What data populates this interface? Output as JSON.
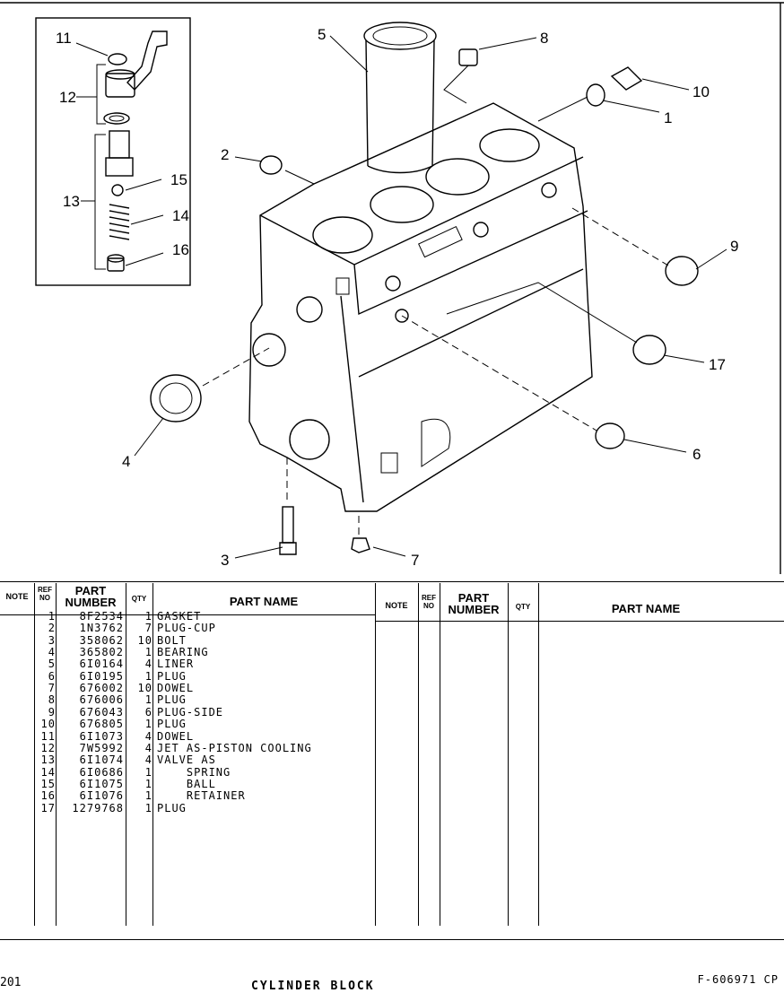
{
  "callouts": [
    "1",
    "2",
    "3",
    "4",
    "5",
    "6",
    "7",
    "8",
    "9",
    "10",
    "11",
    "12",
    "13",
    "14",
    "15",
    "16",
    "17"
  ],
  "table": {
    "headers": {
      "note": "NOTE",
      "ref_no_top": "REF",
      "ref_no_bottom": "NO",
      "part_number_top": "PART",
      "part_number_bottom": "NUMBER",
      "qty": "QTY",
      "part_name": "PART NAME"
    },
    "rows": [
      {
        "ref": "1",
        "part_number": "8F2534",
        "qty": "1",
        "name": "GASKET"
      },
      {
        "ref": "2",
        "part_number": "1N3762",
        "qty": "7",
        "name": "PLUG-CUP"
      },
      {
        "ref": "3",
        "part_number": "358062",
        "qty": "10",
        "name": "BOLT"
      },
      {
        "ref": "4",
        "part_number": "365802",
        "qty": "1",
        "name": "BEARING"
      },
      {
        "ref": "5",
        "part_number": "6I0164",
        "qty": "4",
        "name": "LINER"
      },
      {
        "ref": "6",
        "part_number": "6I0195",
        "qty": "1",
        "name": "PLUG"
      },
      {
        "ref": "7",
        "part_number": "676002",
        "qty": "10",
        "name": "DOWEL"
      },
      {
        "ref": "8",
        "part_number": "676006",
        "qty": "1",
        "name": "PLUG"
      },
      {
        "ref": "9",
        "part_number": "676043",
        "qty": "6",
        "name": "PLUG-SIDE"
      },
      {
        "ref": "10",
        "part_number": "676805",
        "qty": "1",
        "name": "PLUG"
      },
      {
        "ref": "11",
        "part_number": "6I1073",
        "qty": "4",
        "name": "DOWEL"
      },
      {
        "ref": "12",
        "part_number": "7W5992",
        "qty": "4",
        "name": "JET AS-PISTON COOLING"
      },
      {
        "ref": "13",
        "part_number": "6I1074",
        "qty": "4",
        "name": "VALVE AS"
      },
      {
        "ref": "14",
        "part_number": "6I0686",
        "qty": "1",
        "name": "    SPRING"
      },
      {
        "ref": "15",
        "part_number": "6I1075",
        "qty": "1",
        "name": "    BALL"
      },
      {
        "ref": "16",
        "part_number": "6I1076",
        "qty": "1",
        "name": "    RETAINER"
      },
      {
        "ref": "17",
        "part_number": "1279768",
        "qty": "1",
        "name": "PLUG"
      }
    ]
  },
  "footer": {
    "page": "201",
    "figure_id": "F-606971 CP",
    "truncated_title": "CYLINDER BLOCK"
  }
}
